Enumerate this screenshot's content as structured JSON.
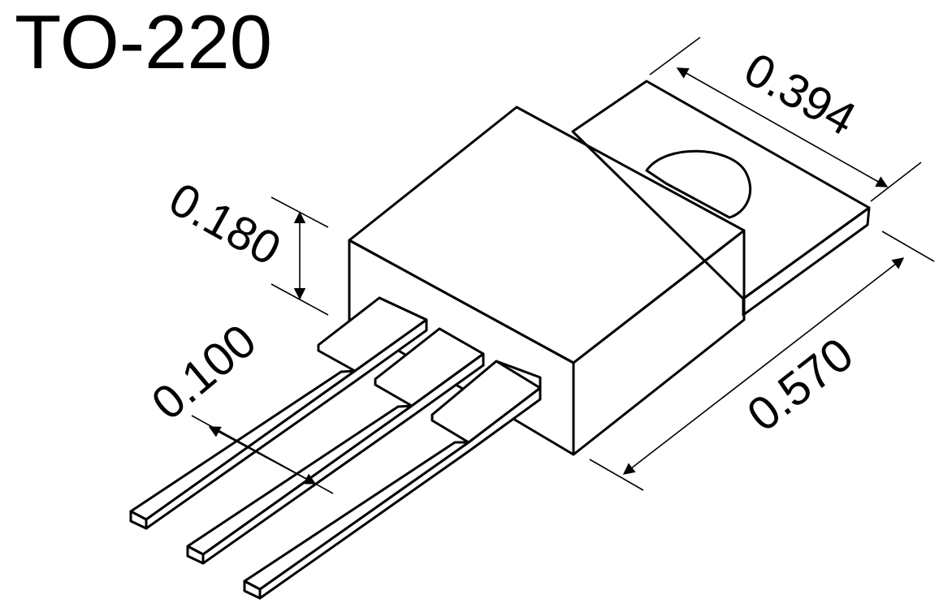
{
  "title": "TO-220",
  "dimensions": {
    "tab_width": "0.394",
    "body_height": "0.180",
    "lead_pitch": "0.100",
    "total_length": "0.570"
  },
  "colors": {
    "body_fill": "#c4c4c4",
    "body_side": "#bdbdbd",
    "line": "#000000",
    "background": "#ffffff"
  }
}
